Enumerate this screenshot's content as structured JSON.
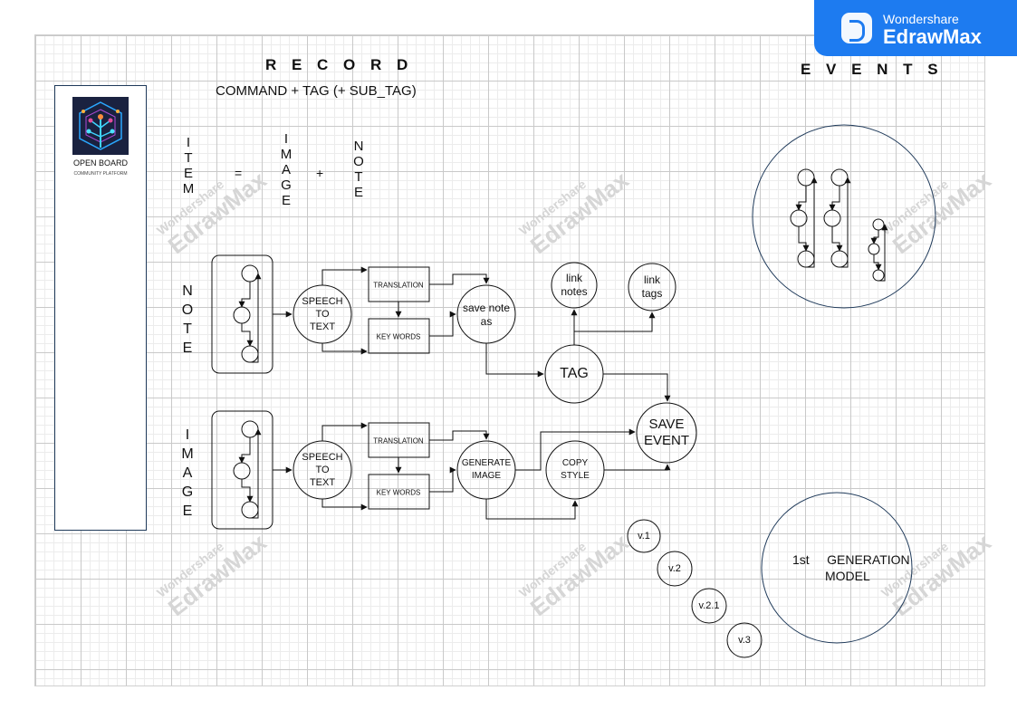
{
  "brand": {
    "top": "Wondershare",
    "bottom": "EdrawMax"
  },
  "sidebar": {
    "logo_name": "OPEN BOARD",
    "logo_sub": "COMMUNITY PLATFORM"
  },
  "record": {
    "title": "R E C O R D",
    "formula": "COMMAND + TAG (+ SUB_TAG)",
    "item_letters": [
      "I",
      "T",
      "E",
      "M"
    ],
    "equals": "=",
    "image_letters": [
      "I",
      "M",
      "A",
      "G",
      "E"
    ],
    "plus": "+",
    "note_letters": [
      "N",
      "O",
      "T",
      "E"
    ]
  },
  "events": {
    "title": "E V E N T S"
  },
  "note_row": {
    "label_letters": [
      "N",
      "O",
      "T",
      "E"
    ],
    "speech": [
      "SPEECH",
      "TO",
      "TEXT"
    ],
    "translation": "TRANSLATION",
    "keywords": "KEY WORDS",
    "save": [
      "save note",
      "as"
    ]
  },
  "image_row": {
    "label_letters": [
      "I",
      "M",
      "A",
      "G",
      "E"
    ],
    "speech": [
      "SPEECH",
      "TO",
      "TEXT"
    ],
    "translation": "TRANSLATION",
    "keywords": "KEY WORDS",
    "generate": [
      "GENERATE",
      "IMAGE"
    ],
    "copy": [
      "COPY",
      "STYLE"
    ]
  },
  "tag": "TAG",
  "link_notes": [
    "link",
    "notes"
  ],
  "link_tags": [
    "link",
    "tags"
  ],
  "save_event": [
    "SAVE",
    "EVENT"
  ],
  "versions": [
    "v.1",
    "v.2",
    "v.2.1",
    "v.3"
  ],
  "model": {
    "line1": "1st     GENERATION",
    "line2": "MODEL"
  },
  "watermark": {
    "top": "Wondershare",
    "bottom": "EdrawMax"
  },
  "colors": {
    "brand": "#1d7bf0",
    "node_border": "#1f3a5a",
    "line": "#111111"
  }
}
